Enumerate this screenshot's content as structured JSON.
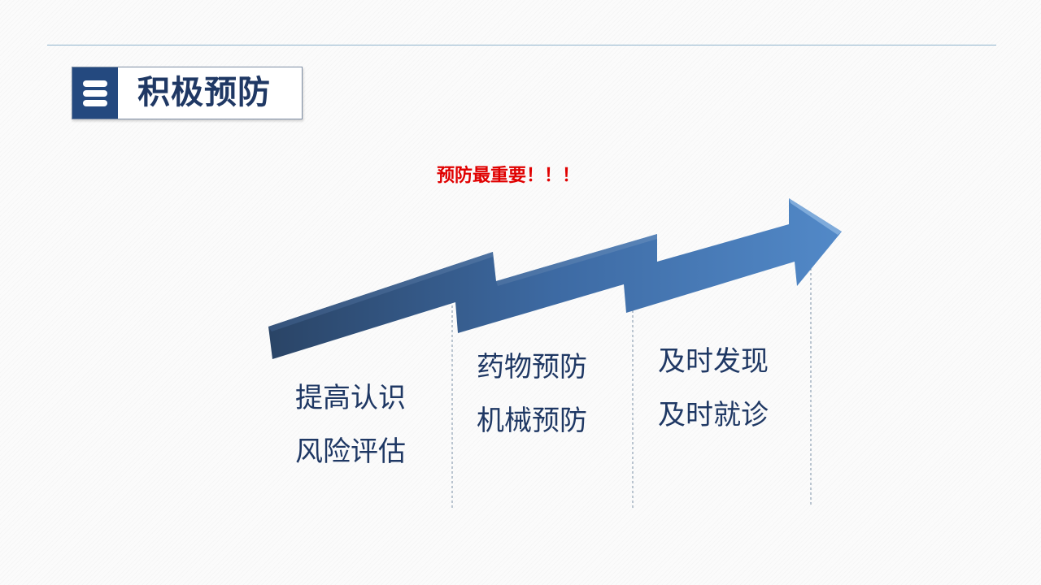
{
  "header": {
    "title": "积极预防"
  },
  "slogan": "预防最重要！！！",
  "steps": [
    {
      "lines": [
        "提高认识",
        "风险评估"
      ]
    },
    {
      "lines": [
        "药物预防",
        "机械预防"
      ]
    },
    {
      "lines": [
        "及时发现",
        "及时就诊"
      ]
    }
  ],
  "colors": {
    "accent": "#24497f",
    "title": "#1f3864",
    "slogan": "#e00000",
    "arrow_start": "#2a4466",
    "arrow_end": "#5289c8"
  },
  "icons": {
    "header_icon": "menu-lines-icon"
  }
}
